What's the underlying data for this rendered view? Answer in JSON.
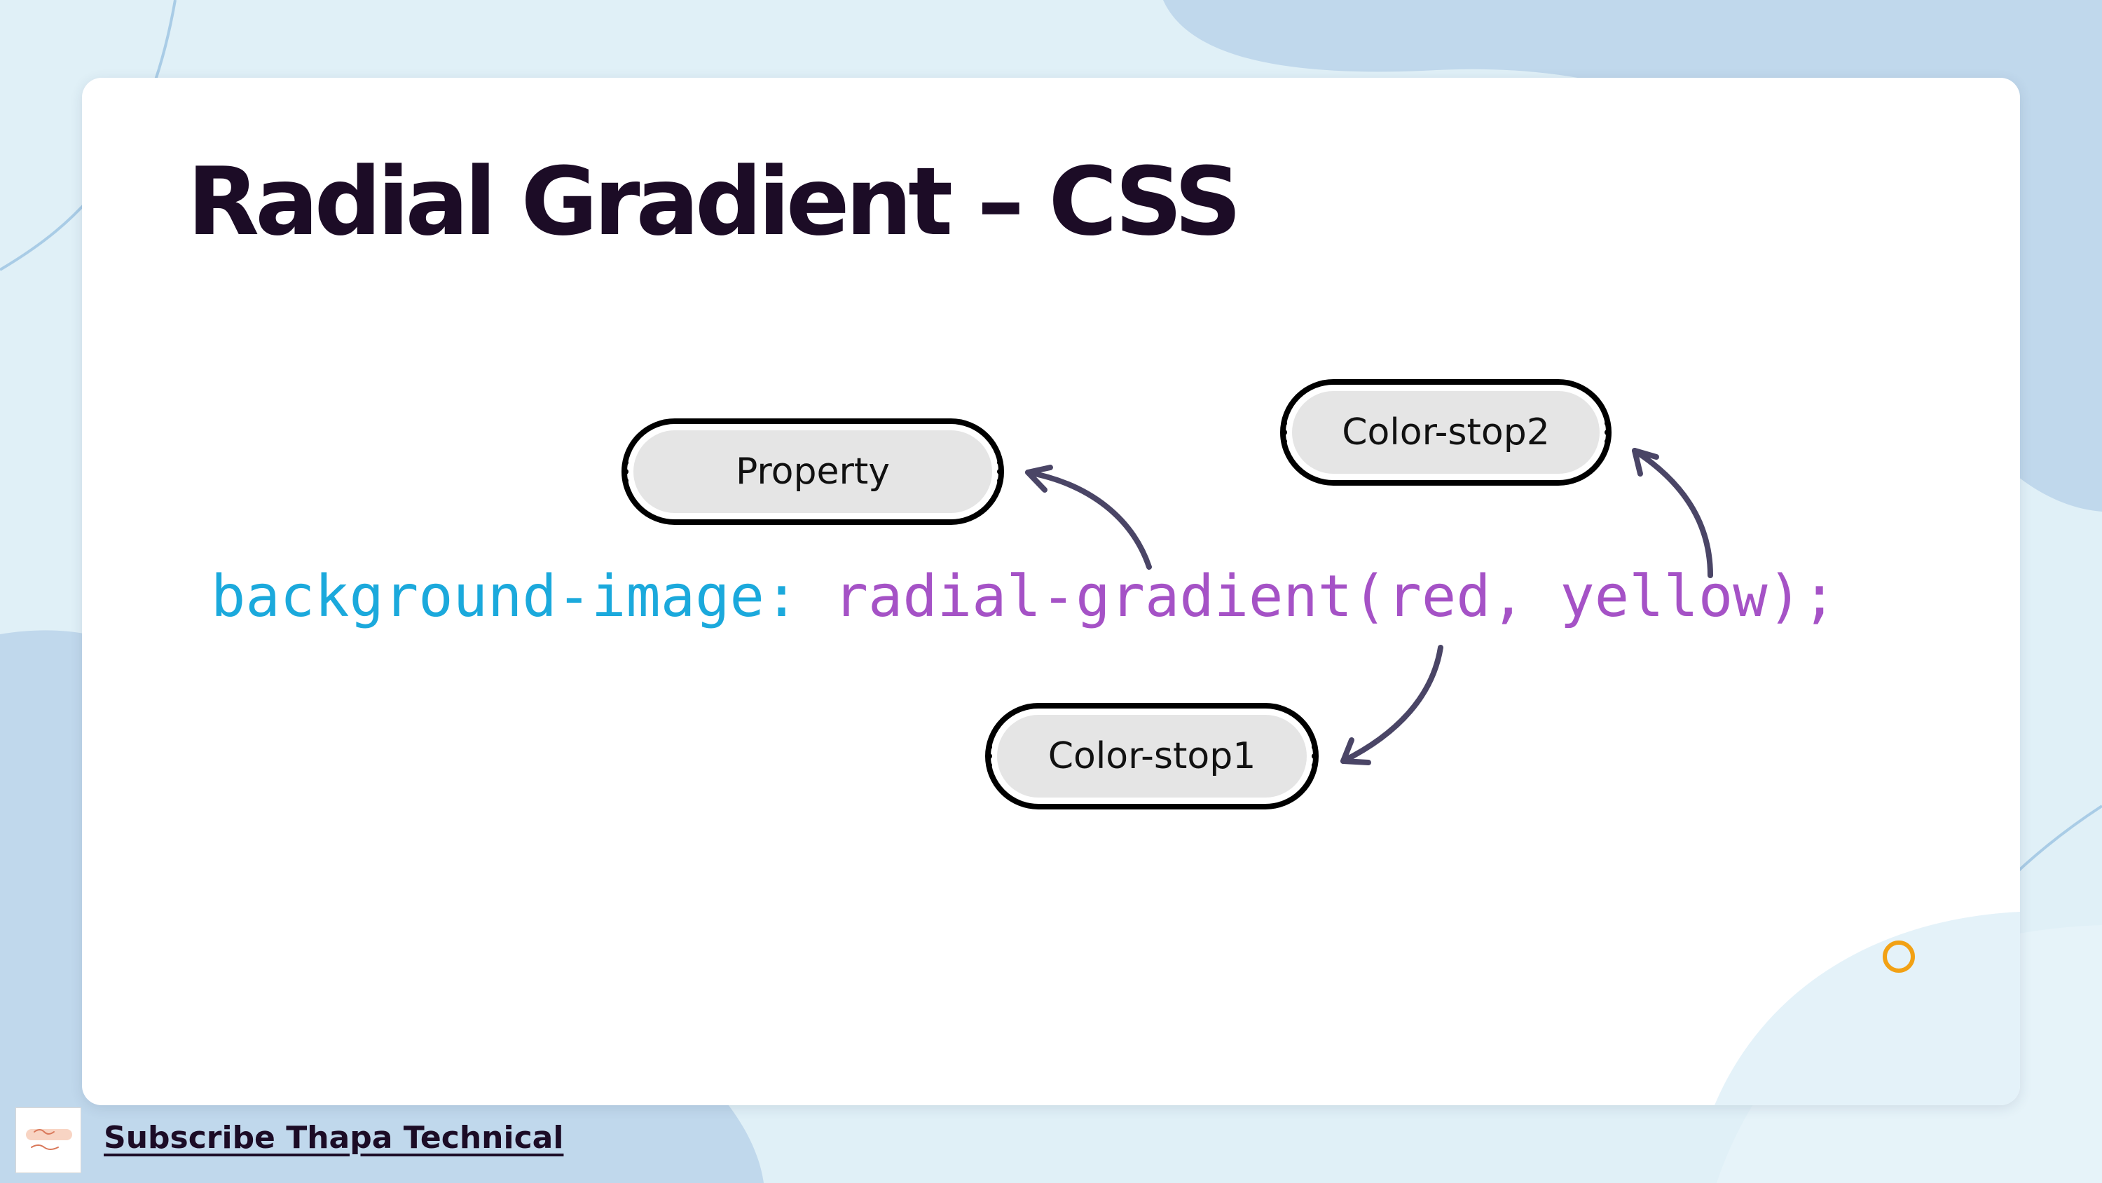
{
  "slide": {
    "title": "Radial Gradient – CSS",
    "code": {
      "property": "background-image:",
      "value": "radial-gradient(red, yellow);"
    },
    "labels": {
      "property": "Property",
      "color_stop1": "Color-stop1",
      "color_stop2": "Color-stop2"
    }
  },
  "footer": {
    "subscribe_text": "Subscribe Thapa Technical"
  },
  "colors": {
    "title": "#1c0c26",
    "code_property": "#1ba9dc",
    "code_value": "#a552c6",
    "arrow": "#4a4566",
    "accent_ring": "#f2a114",
    "background": "#e0f0f7",
    "background_blob": "#c0d8ec"
  }
}
